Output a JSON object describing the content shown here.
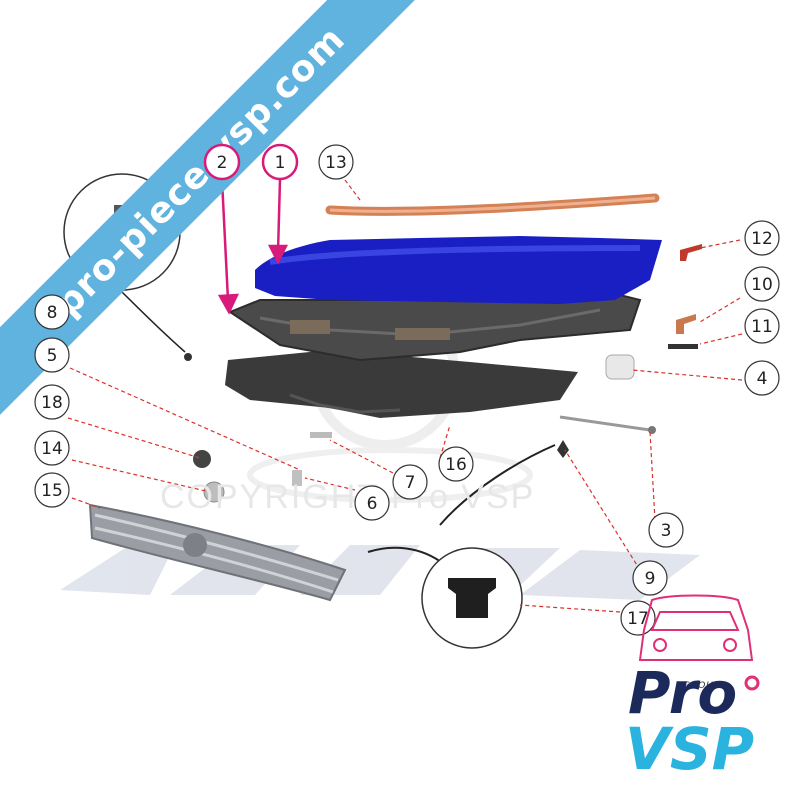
{
  "watermarks": {
    "site_banner": "pro-piece-vsp.com",
    "copyright": "COPYRIGHT Pro VSP"
  },
  "logo": {
    "group_label": "GROUP",
    "name_top": "Pro",
    "name_bottom": "VSP"
  },
  "callouts": [
    {
      "label": "1",
      "highlight": true
    },
    {
      "label": "2",
      "highlight": true
    },
    {
      "label": "13",
      "highlight": false
    },
    {
      "label": "12",
      "highlight": false
    },
    {
      "label": "10",
      "highlight": false
    },
    {
      "label": "11",
      "highlight": false
    },
    {
      "label": "4",
      "highlight": false
    },
    {
      "label": "8",
      "highlight": false
    },
    {
      "label": "5",
      "highlight": false
    },
    {
      "label": "18",
      "highlight": false
    },
    {
      "label": "14",
      "highlight": false
    },
    {
      "label": "15",
      "highlight": false
    },
    {
      "label": "16",
      "highlight": false
    },
    {
      "label": "7",
      "highlight": false
    },
    {
      "label": "6",
      "highlight": false
    },
    {
      "label": "3",
      "highlight": false
    },
    {
      "label": "9",
      "highlight": false
    },
    {
      "label": "17",
      "highlight": false
    }
  ],
  "colors": {
    "hood": "#1a1fc4",
    "leader_line": "#d9322c",
    "highlight": "#d81b7a",
    "banner": "#5fb3de",
    "logo_dark": "#1b2a5a",
    "logo_light": "#2bb3e0",
    "logo_accent": "#e0307a"
  }
}
